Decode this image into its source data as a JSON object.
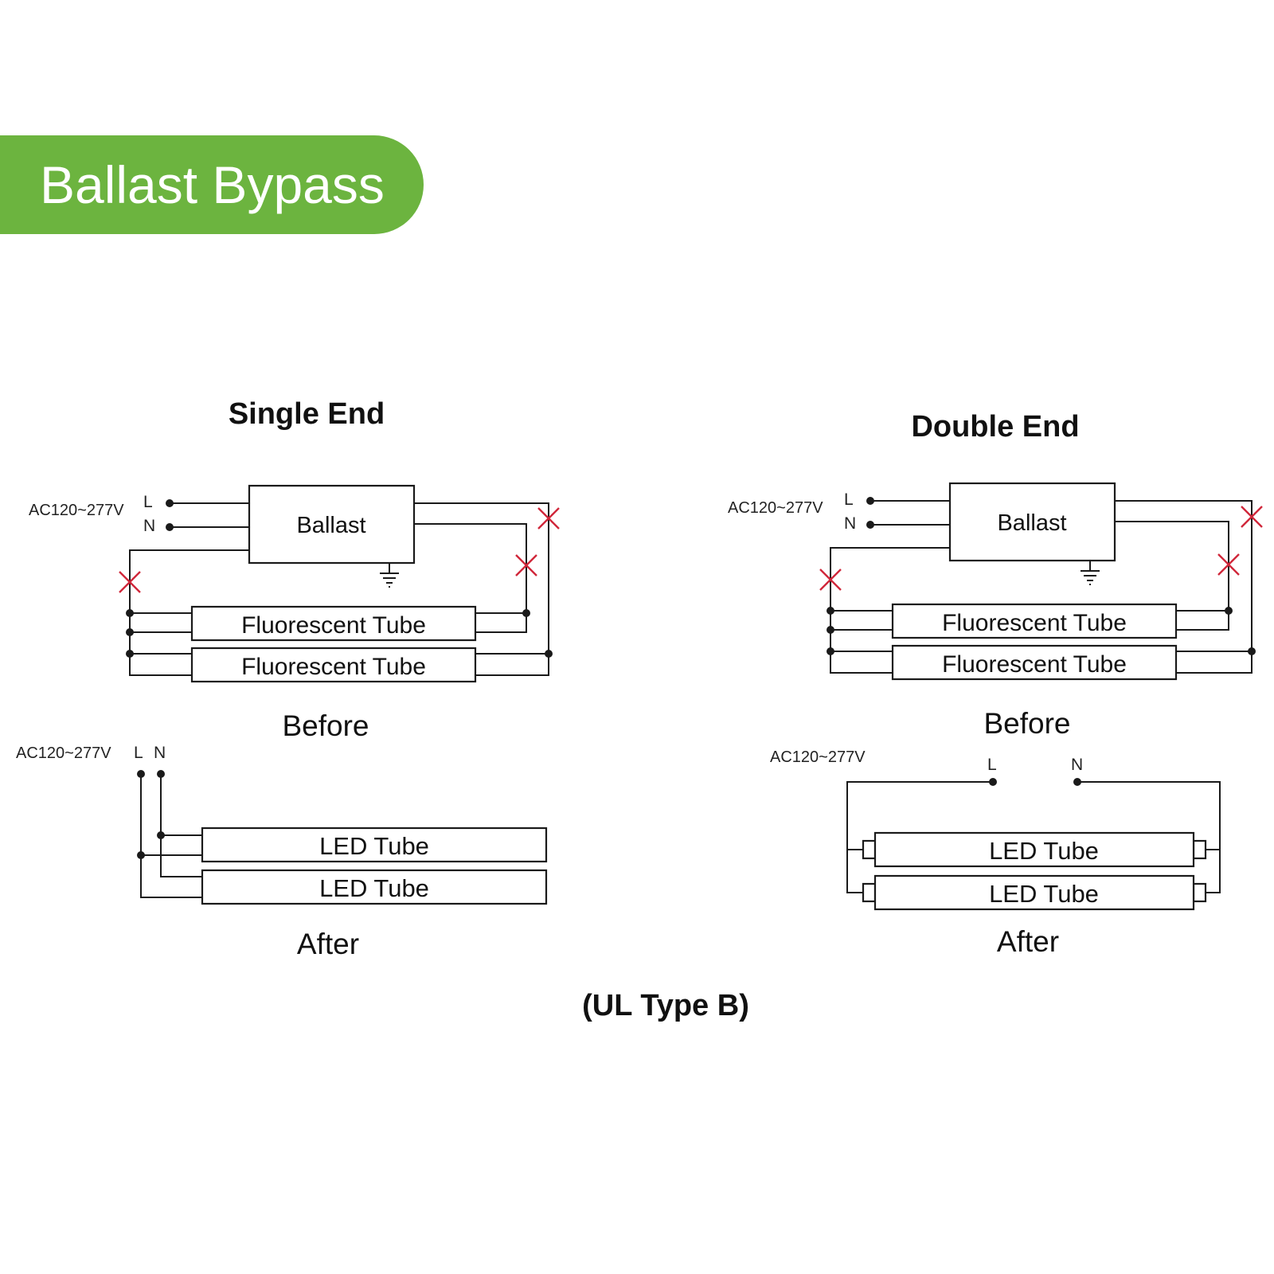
{
  "colors": {
    "banner": "#6cb43f",
    "wire": "#1a1a1a",
    "cut_mark": "#d0273a"
  },
  "banner": {
    "title": "Ballast Bypass"
  },
  "single_end": {
    "heading": "Single End",
    "before": {
      "voltage": "AC120~277V",
      "line": "L",
      "neutral": "N",
      "ballast": "Ballast",
      "tubes": [
        "Fluorescent Tube",
        "Fluorescent Tube"
      ],
      "caption": "Before"
    },
    "after": {
      "voltage": "AC120~277V",
      "line": "L",
      "neutral": "N",
      "tubes": [
        "LED Tube",
        "LED Tube"
      ],
      "caption": "After"
    }
  },
  "double_end": {
    "heading": "Double End",
    "before": {
      "voltage": "AC120~277V",
      "line": "L",
      "neutral": "N",
      "ballast": "Ballast",
      "tubes": [
        "Fluorescent Tube",
        "Fluorescent Tube"
      ],
      "caption": "Before"
    },
    "after": {
      "voltage": "AC120~277V",
      "line": "L",
      "neutral": "N",
      "tubes": [
        "LED Tube",
        "LED Tube"
      ],
      "caption": "After"
    }
  },
  "footer": {
    "type_label": "(UL Type B)"
  }
}
